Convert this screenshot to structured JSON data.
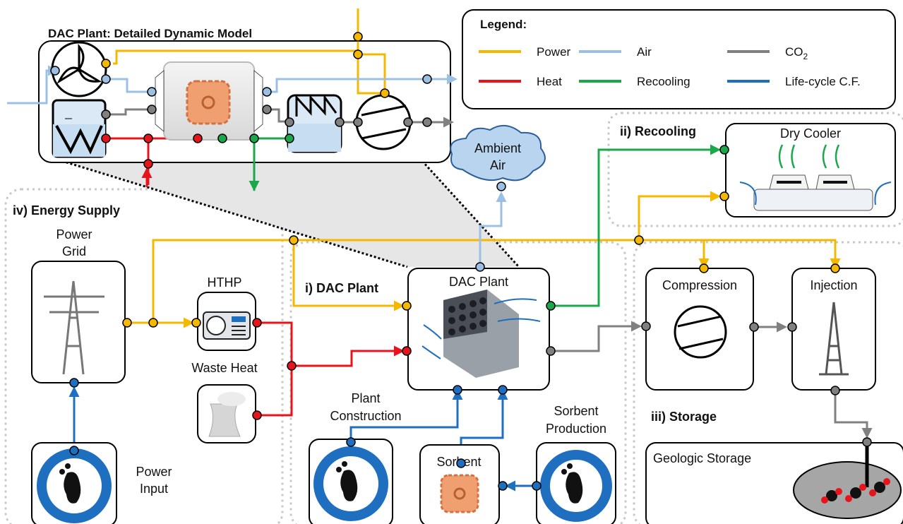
{
  "title_detailed_model": "DAC Plant: Detailed Dynamic Model",
  "legend": {
    "title": "Legend:",
    "items": [
      {
        "label": "Power",
        "color": "#f5b800"
      },
      {
        "label": "Heat",
        "color": "#e8141c"
      },
      {
        "label": "Air",
        "color": "#9cc0e4"
      },
      {
        "label": "Recooling",
        "color": "#1aa84a"
      },
      {
        "label": "CO",
        "sub": "2",
        "color": "#808080"
      },
      {
        "label": "Life-cycle C.F.",
        "color": "#1f6fc0"
      }
    ]
  },
  "sections": {
    "dac": "i) DAC Plant",
    "recooling": "ii) Recooling",
    "storage": "iii) Storage",
    "energy": "iv) Energy Supply"
  },
  "nodes": {
    "ambient_air": [
      "Ambient",
      "Air"
    ],
    "dry_cooler": "Dry Cooler",
    "power_grid": [
      "Power",
      "Grid"
    ],
    "hthp": "HTHP",
    "waste_heat": "Waste Heat",
    "dac_plant": "DAC Plant",
    "compression": "Compression",
    "injection": "Injection",
    "plant_construction": [
      "Plant",
      "Construction"
    ],
    "sorbent_production": [
      "Sorbent",
      "Production"
    ],
    "sorbent": "Sorbent",
    "power_input": [
      "Power",
      "Input"
    ],
    "geologic_storage": "Geologic Storage"
  },
  "icons": [
    "fan-icon",
    "heat-pump-icon",
    "cooling-tower-icon",
    "transmission-tower-icon",
    "drill-rig-icon",
    "footprint-co2-icon",
    "sorbent-crystal-icon",
    "compressor-icon",
    "dry-cooler-icon",
    "dac-module-icon"
  ]
}
